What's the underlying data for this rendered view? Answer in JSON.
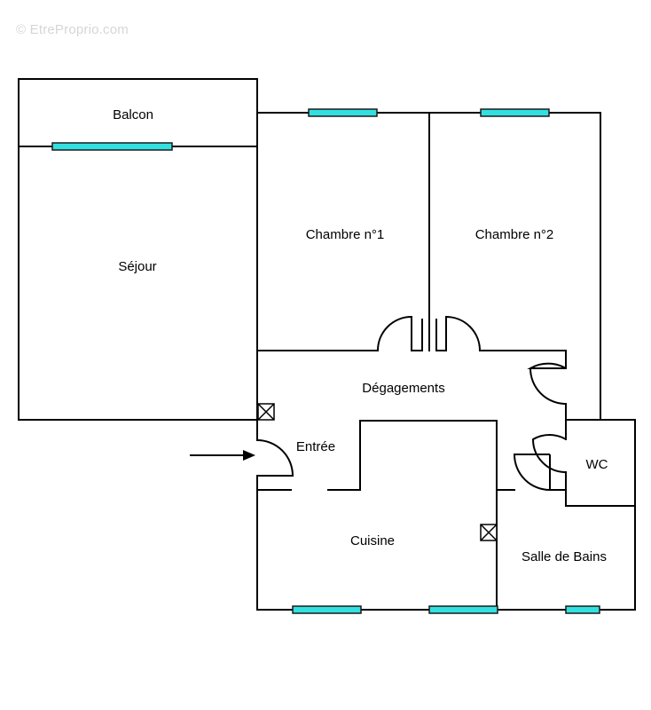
{
  "watermark": "© EtreProprio.com",
  "rooms": {
    "balcon": "Balcon",
    "sejour": "Séjour",
    "chambre1": "Chambre n°1",
    "chambre2": "Chambre n°2",
    "degagements": "Dégagements",
    "entree": "Entrée",
    "wc": "WC",
    "cuisine": "Cuisine",
    "salle_de_bains": "Salle de Bains"
  },
  "colors": {
    "window": "#33e0e0",
    "wall": "#000000",
    "background": "#ffffff",
    "watermark": "#d6d6d6"
  }
}
